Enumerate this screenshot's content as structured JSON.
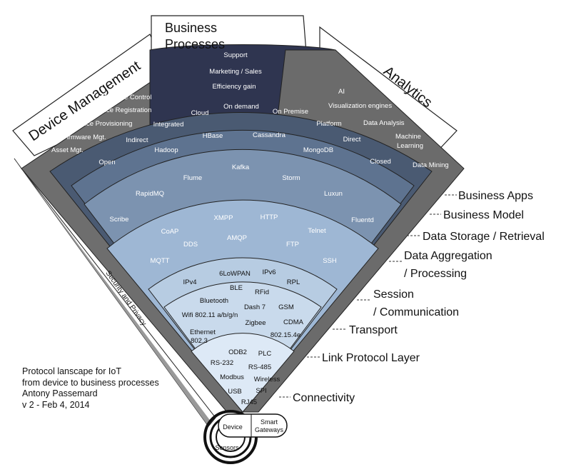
{
  "colors": {
    "device_management": "#6e6e6e",
    "business_processes": "#2f3550",
    "analytics": "#6b6b6b",
    "business_model": "#4a5a72",
    "data_storage": "#5e7390",
    "data_aggregation": "#7c93b0",
    "session": "#9eb7d4",
    "transport": "#b7cce2",
    "link": "#c9daec",
    "connectivity": "#dde9f6"
  },
  "tabs": [
    {
      "label": "Device Management"
    },
    {
      "label": "Business Processes"
    },
    {
      "label": "Analytics"
    }
  ],
  "business_apps": {
    "device_management": [
      "Remote Control",
      "Device Registration",
      "Device Provisioning",
      "Firmware Mgt.",
      "Asset Mgt."
    ],
    "business_processes": [
      "Support",
      "Marketing  / Sales",
      "Efficiency gain"
    ],
    "analytics": [
      "AI",
      "Visualization engines",
      "Data Analysis",
      "Machine",
      "Learning",
      "Data Mining"
    ]
  },
  "business_model": [
    "Open",
    "Indirect",
    "Integrated",
    "Cloud",
    "On demand",
    "On Premise",
    "Platform",
    "Direct",
    "Closed"
  ],
  "data_storage": [
    "Hadoop",
    "HBase",
    "Cassandra",
    "MongoDB"
  ],
  "data_aggregation": [
    "Scribe",
    "RapidMQ",
    "Flume",
    "Kafka",
    "Storm",
    "Luxun",
    "Fluentd"
  ],
  "session": [
    "CoAP",
    "XMPP",
    "HTTP",
    "Telnet",
    "DDS",
    "AMQP",
    "FTP",
    "MQTT",
    "SSH"
  ],
  "transport": [
    "6LoWPAN",
    "IPv4",
    "IPv6",
    "RPL"
  ],
  "link": [
    "BLE",
    "Bluetooth",
    "RFid",
    "Dash 7",
    "GSM",
    "Wifi 802.11 a/b/g/n",
    "Zigbee",
    "CDMA",
    "Ethernet",
    "802.3",
    "802.15.4e"
  ],
  "connectivity": [
    "ODB2",
    "PLC",
    "RS-232",
    "RS-485",
    "Modbus",
    "Wireless",
    "USB",
    "SPI",
    "RJ45"
  ],
  "security_band": "Security and Privacy",
  "layers": [
    {
      "label": "Business Apps"
    },
    {
      "label": "Business Model"
    },
    {
      "label": "Data Storage / Retrieval"
    },
    {
      "label": "Data Aggregation"
    },
    {
      "label": "/ Processing"
    },
    {
      "label": "Session"
    },
    {
      "label": "/ Communication"
    },
    {
      "label": "Transport"
    },
    {
      "label": "Link Protocol Layer"
    },
    {
      "label": "Connectivity"
    }
  ],
  "hub": {
    "device": "Device",
    "gateways": [
      "Smart",
      "Gateways"
    ],
    "sensors": "Sensors"
  },
  "credit": [
    "Protocol lanscape for IoT",
    "from device to business processes",
    "Antony Passemard",
    "v 2 - Feb 4, 2014"
  ]
}
